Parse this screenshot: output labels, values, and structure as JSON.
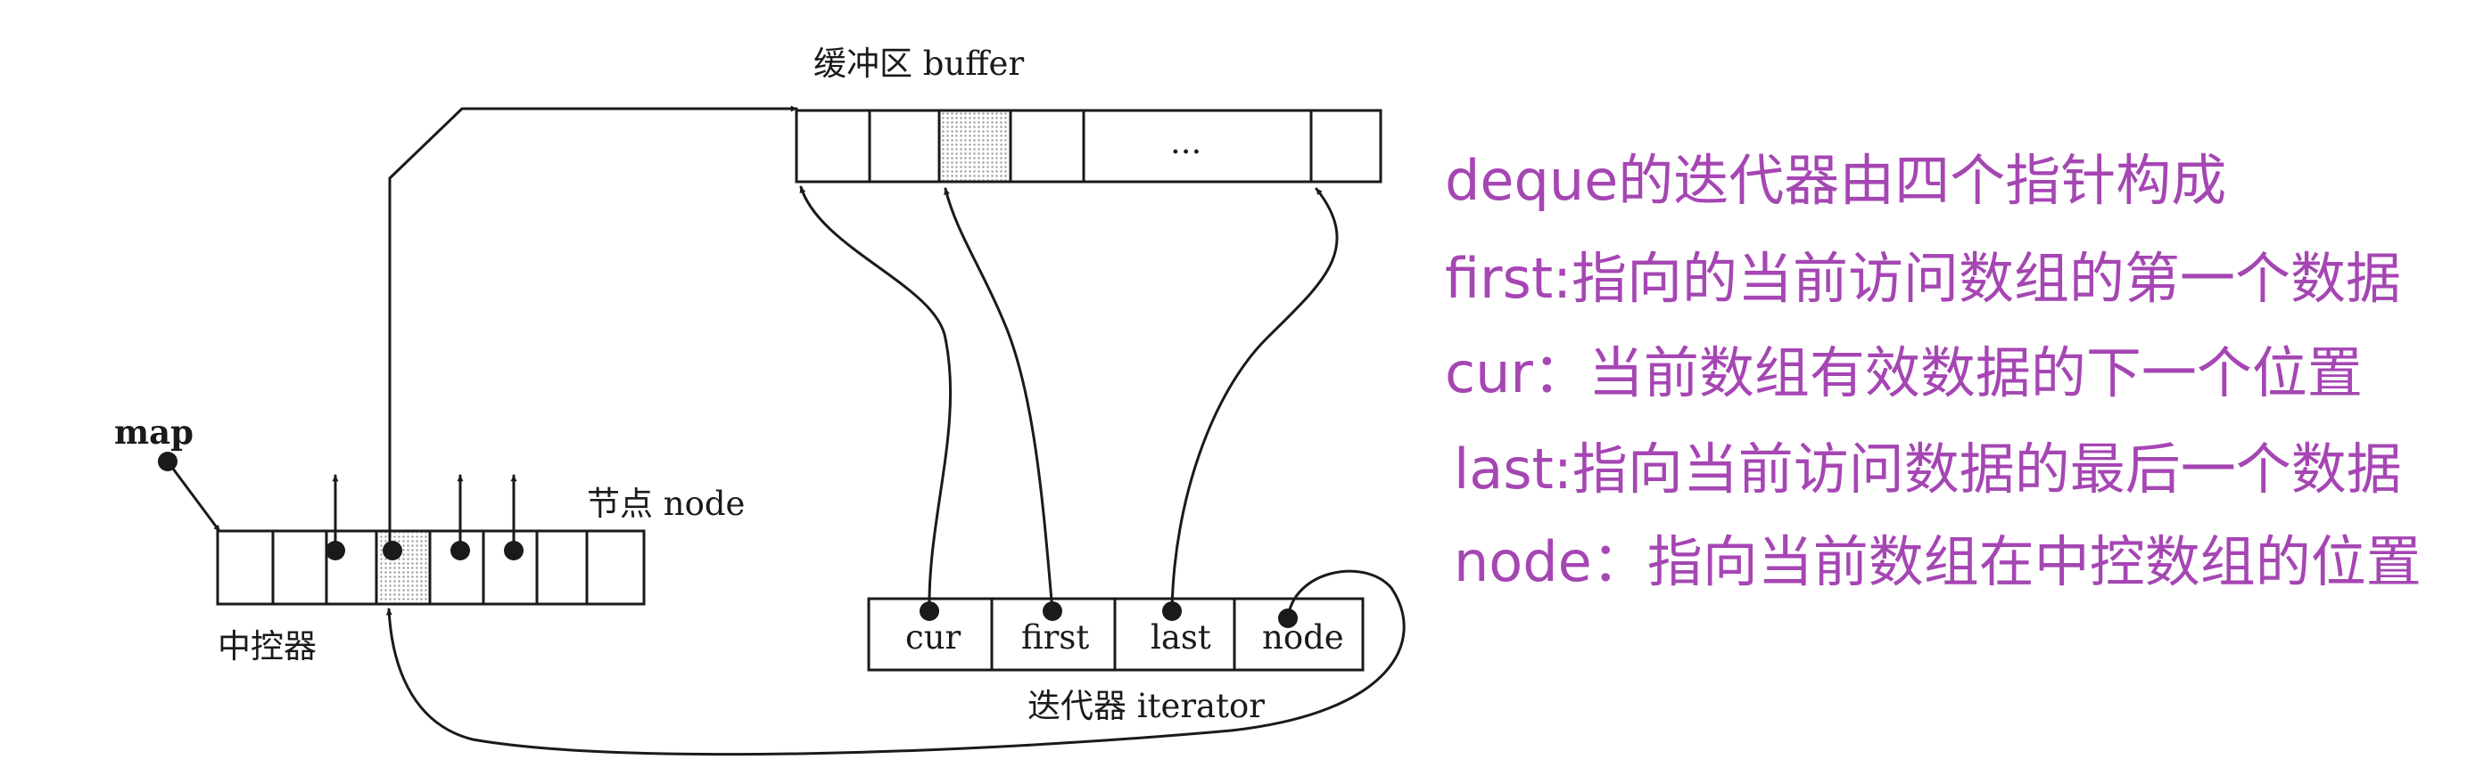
{
  "colors": {
    "note_text": "#a546b3",
    "diagram_ink": "#1a1a1a",
    "shaded_cell": "#c8c8c8"
  },
  "diagram": {
    "buffer_label": "缓冲区 buffer",
    "buffer_ellipsis": "...",
    "map_label": "map",
    "node_label": "节点 node",
    "map_title": "中控器",
    "iterator_title": "迭代器 iterator",
    "iterator_fields": [
      "cur",
      "first",
      "last",
      "node"
    ]
  },
  "notes": [
    "deque的迭代器由四个指针构成",
    "first:指向的当前访问数组的第一个数据",
    "cur：当前数组有效数据的下一个位置",
    "last:指向当前访问数据的最后一个数据",
    "node：指向当前数组在中控数组的位置"
  ]
}
